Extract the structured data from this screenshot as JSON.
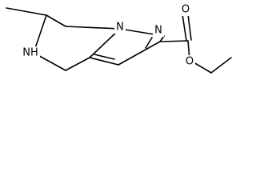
{
  "molecule": {
    "atom_labels": {
      "ring_nitrogen_bridgehead": "N",
      "ring_nitrogen_pyrazole": "N",
      "ring_nitrogen_amine": "NH",
      "carbonyl_oxygen": "O",
      "ester_oxygen": "O"
    }
  },
  "colors": {
    "bond": "#000000",
    "label": "#000000",
    "background": "#ffffff"
  }
}
